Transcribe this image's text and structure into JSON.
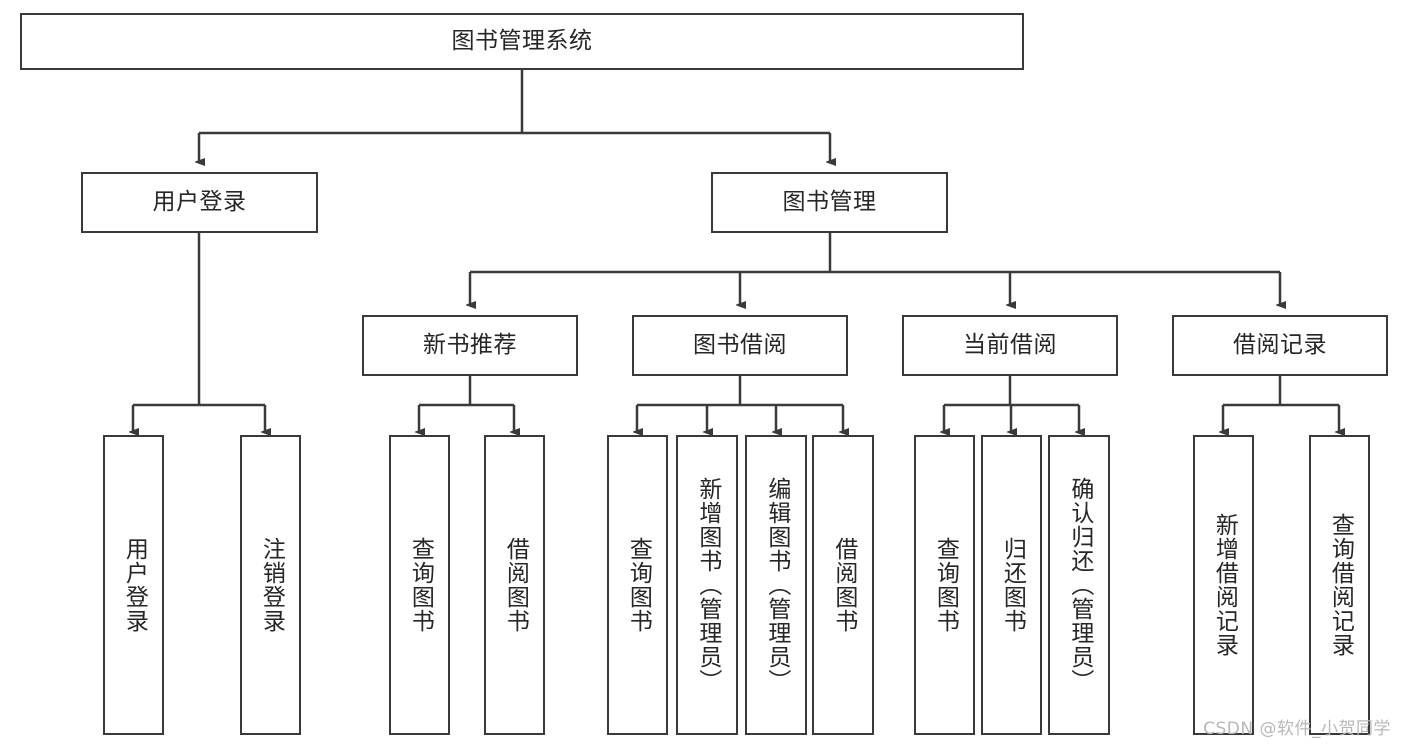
{
  "diagram": {
    "title": "图书管理系统",
    "watermark": "CSDN @软件_小贺同学",
    "line_color": "#3a3a3a",
    "text_color": "#262626",
    "background": "#ffffff",
    "root": {
      "label": "图书管理系统"
    },
    "level2": [
      {
        "label": "用户登录"
      },
      {
        "label": "图书管理"
      }
    ],
    "level3": [
      {
        "label": "新书推荐"
      },
      {
        "label": "图书借阅"
      },
      {
        "label": "当前借阅"
      },
      {
        "label": "借阅记录"
      }
    ],
    "leaves": [
      {
        "label": "用户登录"
      },
      {
        "label": "注销登录"
      },
      {
        "label": "查询图书"
      },
      {
        "label": "借阅图书"
      },
      {
        "label": "查询图书"
      },
      {
        "label": "新增图书（管理员）"
      },
      {
        "label": "编辑图书（管理员）"
      },
      {
        "label": "借阅图书"
      },
      {
        "label": "查询图书"
      },
      {
        "label": "归还图书"
      },
      {
        "label": "确认归还（管理员）"
      },
      {
        "label": "新增借阅记录"
      },
      {
        "label": "查询借阅记录"
      }
    ]
  }
}
